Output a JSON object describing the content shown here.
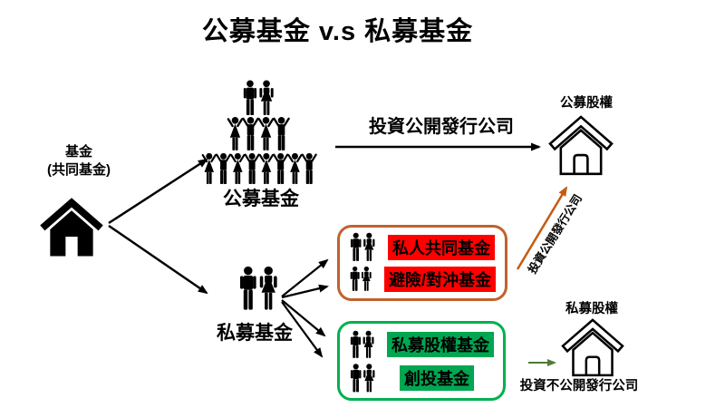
{
  "title": "公募基金 v.s 私募基金",
  "colors": {
    "red_bg": "#FF0000",
    "green_bg": "#00A651",
    "orange_border": "#C0622D",
    "green_border": "#00B050",
    "orange_arrow": "#C55A11",
    "green_arrow": "#4E7B36",
    "black": "#000000"
  },
  "source_fund": {
    "label_line1": "基金",
    "label_line2": "(共同基金)"
  },
  "public_branch": {
    "crowd_label": "公募基金",
    "arrow_label": "投資公開發行公司",
    "result_label": "公募股權"
  },
  "private_branch": {
    "label": "私募基金",
    "orange_box": {
      "items": [
        {
          "label": "私人共同基金"
        },
        {
          "label": "避險/對沖基金"
        }
      ]
    },
    "green_box": {
      "items": [
        {
          "label": "私募股權基金"
        },
        {
          "label": "創投基金"
        }
      ]
    },
    "diagonal_arrow_label": "投資公開發行公司",
    "result_label": "私募股權",
    "bottom_arrow_label": "投資不公開發行公司"
  },
  "icons": {
    "fund-house-icon": "filled-house",
    "public-equity-house-icon": "outline-house",
    "private-equity-house-icon": "outline-house",
    "investor-crowd-icon": "people-pyramid-3-rows",
    "private-investors-icon": "couple-holding-hands",
    "box-item-icon": "couple-holding-hands"
  }
}
